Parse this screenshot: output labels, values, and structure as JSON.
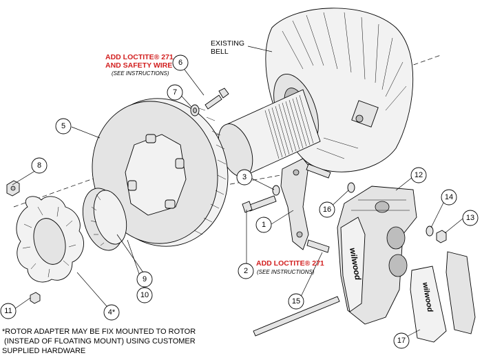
{
  "labels": {
    "existing_bell_line1": "EXISTING",
    "existing_bell_line2": "BELL",
    "loctite_top_line1": "ADD LOCTITE® 271",
    "loctite_top_line2": "AND SAFETY WIRE",
    "loctite_top_sub": "(SEE INSTRUCTIONS)",
    "loctite_bottom_line1": "ADD LOCTITE® 271",
    "loctite_bottom_sub": "(SEE INSTRUCTIONS)"
  },
  "callouts": [
    "1",
    "2",
    "3",
    "4*",
    "5",
    "6",
    "7",
    "8",
    "9",
    "10",
    "11",
    "12",
    "13",
    "14",
    "15",
    "16",
    "17"
  ],
  "caliper_brand": "wilwood",
  "pad_brand": "wilwood",
  "footnote": {
    "line1": "*ROTOR ADAPTER MAY BE FIX MOUNTED TO ROTOR",
    "line2": " (INSTEAD OF FLOATING MOUNT) USING CUSTOMER",
    "line3": "SUPPLIED HARDWARE"
  },
  "colors": {
    "warning_red": "#d21f1f",
    "line": "#000000",
    "part_fill": "#e4e4e4"
  }
}
